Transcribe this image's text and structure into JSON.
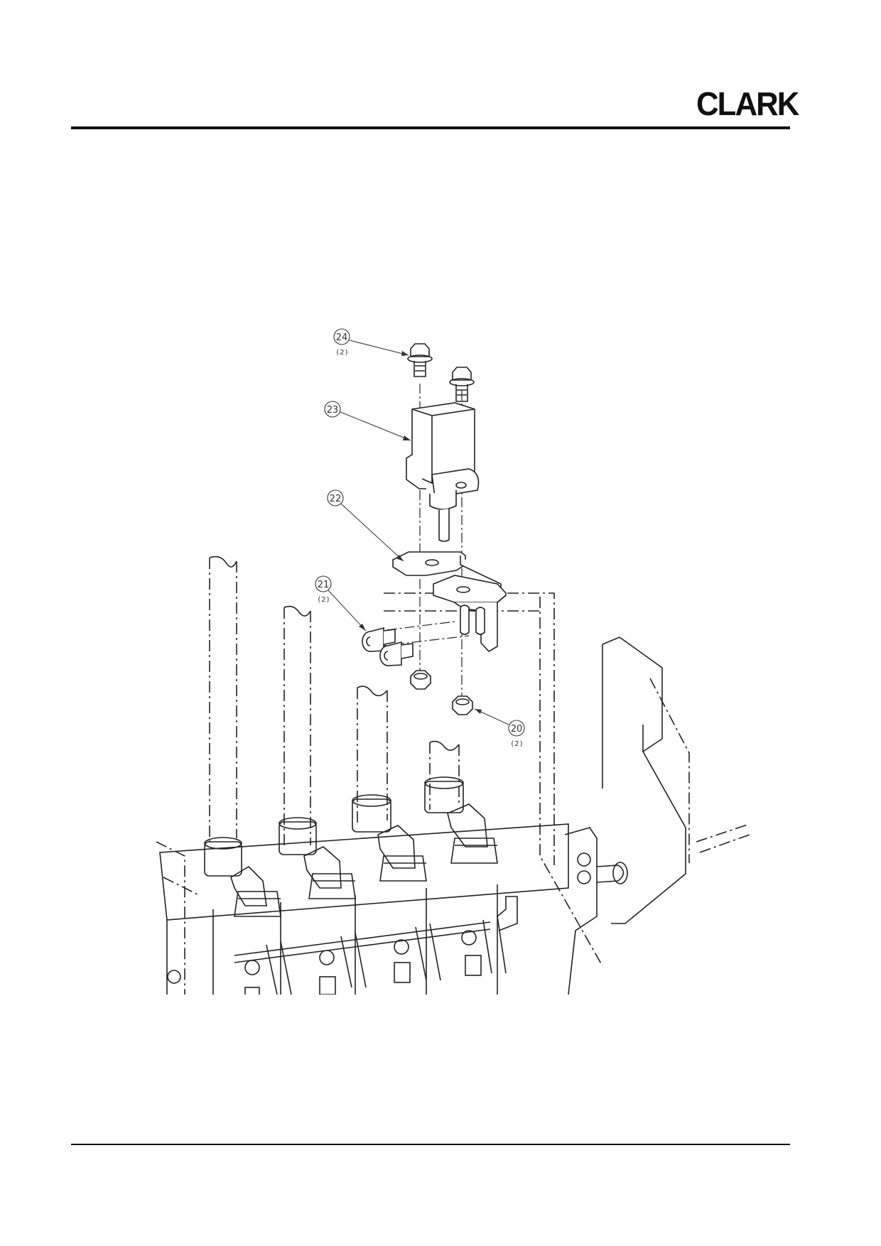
{
  "header": {
    "logo_text": "CLARK"
  },
  "callouts": [
    {
      "id": "callout-24",
      "number": "24",
      "qty": "(2)"
    },
    {
      "id": "callout-23",
      "number": "23",
      "qty": ""
    },
    {
      "id": "callout-22",
      "number": "22",
      "qty": ""
    },
    {
      "id": "callout-21",
      "number": "21",
      "qty": "(2)"
    },
    {
      "id": "callout-20",
      "number": "20",
      "qty": "(2)"
    }
  ]
}
